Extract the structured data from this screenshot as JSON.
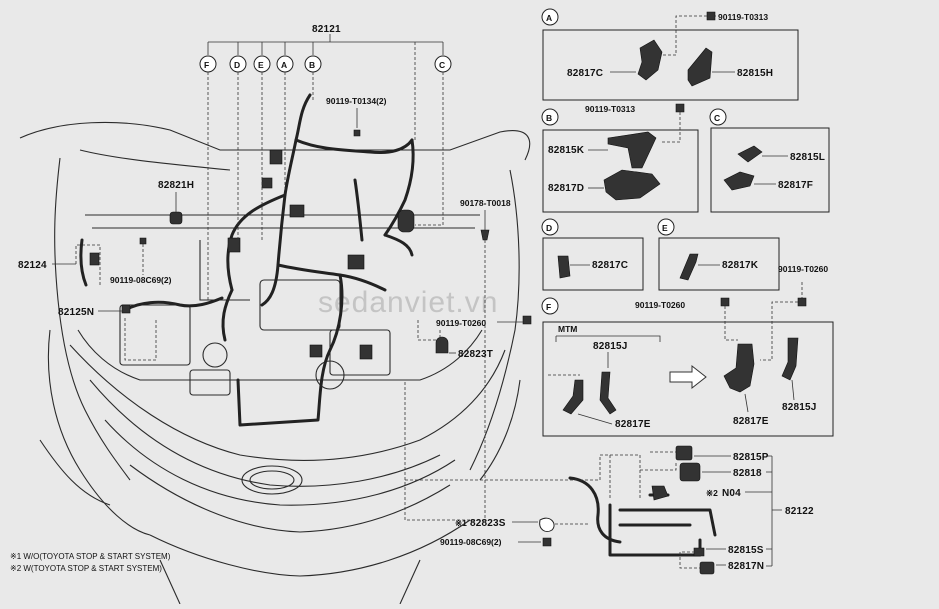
{
  "watermark": "sedanviet.vn",
  "notes": [
    "※1 W/O(TOYOTA STOP & START SYSTEM)",
    "※2 W(TOYOTA STOP & START SYSTEM)"
  ],
  "main_labels": {
    "main_harness": "82121",
    "bolt_center": "90119-T0134(2)",
    "relay": "82821H",
    "clip_right": "90178-T0018",
    "harness_left": "82124",
    "bolt_left": "90119-08C69(2)",
    "battery_cable": "82125N",
    "bolt_mid": "90119-T0260",
    "clamp_mid": "82823T",
    "harness_lower": "82122"
  },
  "callout_letters": [
    "F",
    "D",
    "E",
    "A",
    "B",
    "C"
  ],
  "panels": {
    "A": {
      "letter": "A",
      "bolt": "90119-T0313",
      "left": "82817C",
      "right": "82815H"
    },
    "B": {
      "letter": "B",
      "bolt": "90119-T0313",
      "top": "82815K",
      "bottom": "82817D"
    },
    "C": {
      "letter": "C",
      "top": "82815L",
      "bottom": "82817F"
    },
    "D": {
      "letter": "D",
      "part": "82817C"
    },
    "E": {
      "letter": "E",
      "part": "82817K"
    },
    "F": {
      "letter": "F",
      "bolt_left": "90119-T0260",
      "bolt_right": "90119-T0260",
      "mtm": "MTM",
      "mtm_top": "82815J",
      "mtm_bottom": "82817E",
      "right_bottom": "82817E",
      "right_side": "82815J"
    }
  },
  "lower": {
    "p1": "82815P",
    "p2": "82818",
    "p3_mark": "※2",
    "p3": "N04",
    "p4": "82815S",
    "p5": "82817N",
    "clamp_mark": "※1",
    "clamp": "82823S",
    "bolt": "90119-08C69(2)"
  }
}
